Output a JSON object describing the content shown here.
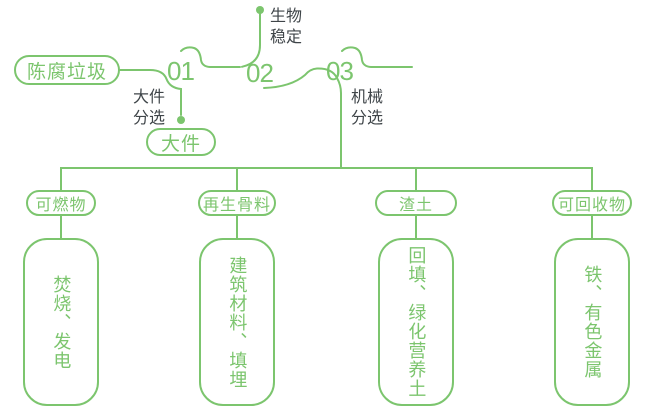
{
  "colors": {
    "accent_green": "#7cc56e",
    "label_dark": "#3f4549",
    "background": "#ffffff"
  },
  "diagram": {
    "source": "陈腐垃圾",
    "steps": [
      {
        "number": "01",
        "label_lines": [
          "大件",
          "分选"
        ],
        "output": "大件"
      },
      {
        "number": "02",
        "label_lines": [
          "生物",
          "稳定"
        ]
      },
      {
        "number": "03",
        "label_lines": [
          "机械",
          "分选"
        ]
      }
    ],
    "branches": [
      {
        "category": "可燃物",
        "detail": "焚烧、发电"
      },
      {
        "category": "再生骨料",
        "detail": "建筑材料、填埋"
      },
      {
        "category": "渣土",
        "detail": "回填、绿化营养土"
      },
      {
        "category": "可回收物",
        "detail": "铁、有色金属"
      }
    ]
  }
}
